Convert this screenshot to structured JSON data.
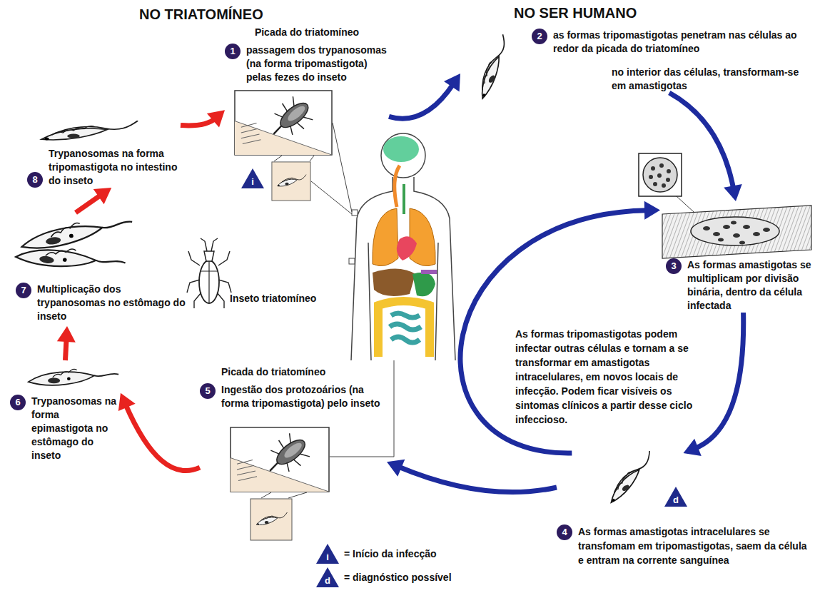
{
  "diagram": {
    "nodes": [
      {
        "text": [
          "1",
          "Picada do triatomíneo",
          "passagem dos trypanosomas (na forma tripomastigota) pelas fezes do inseto"
        ]
      },
      {
        "text": [
          "2",
          "as formas tripomastigotas penetram nas células ao redor da picada do triatomíneo",
          "no interior das células, transformam-se em amastigotas"
        ]
      },
      {
        "text": [
          "3",
          "As formas amastigotas se multiplicam por divisão binária, dentro da célula infectada"
        ]
      },
      {
        "text": [
          "4",
          "As formas amastigotas intracelulares se transfomam em tripomastigotas, saem da célula e entram na corrente sanguínea"
        ]
      },
      {
        "text": [
          "5",
          "Picada do triatomíneo",
          "Ingestão dos protozoários (na forma tripomastigota) pelo inseto"
        ]
      },
      {
        "text": [
          "6",
          "Trypanosomas na forma epimastigota no estômago do inseto"
        ]
      },
      {
        "text": [
          "7",
          "Multiplicação dos trypanosomas no estômago do inseto"
        ]
      },
      {
        "text": [
          "8",
          "Trypanosomas na forma tripomastigota no intestino do inseto"
        ]
      }
    ],
    "edges": [
      {
        "from": 0,
        "to": 1,
        "arrow": "to"
      },
      {
        "from": 1,
        "to": 2,
        "arrow": "to"
      },
      {
        "from": 2,
        "to": 3,
        "arrow": "to"
      },
      {
        "from": 3,
        "to": 2,
        "arrow": "to"
      },
      {
        "from": 3,
        "to": 4,
        "arrow": "to"
      },
      {
        "from": 4,
        "to": 5,
        "arrow": "to"
      },
      {
        "from": 5,
        "to": 6,
        "arrow": "to"
      },
      {
        "from": 6,
        "to": 7,
        "arrow": "to"
      },
      {
        "from": 7,
        "to": 0,
        "arrow": "to"
      }
    ],
    "labels": [
      "NO TRIATOMÍNEO",
      "NO SER HUMANO",
      "i",
      "Inseto triatomíneo",
      "As formas tripomastigotas podem infectar outras células e tornam a se transformar em amastigotas intracelulares, em novos locais de infecção. Podem ficar visíveis os sintomas clínicos a partir desse ciclo infeccioso.",
      "d",
      "i",
      "d"
    ],
    "legend": [
      {
        "text": "= Início da infecção"
      },
      {
        "text": "= diagnóstico possível"
      }
    ]
  }
}
